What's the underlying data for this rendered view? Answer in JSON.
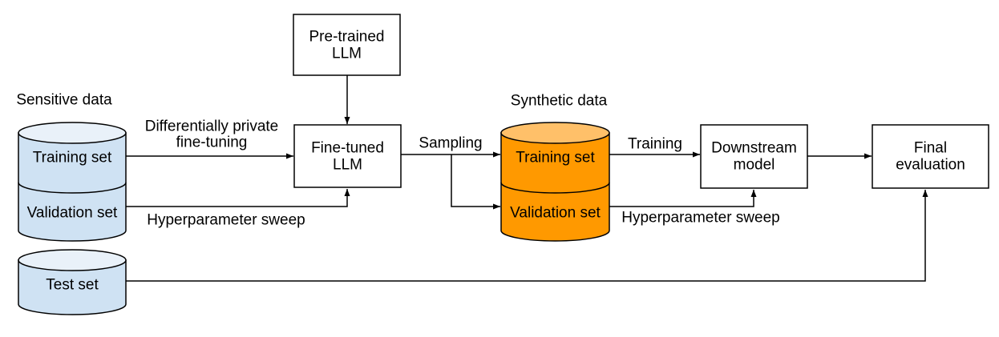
{
  "diagram": {
    "section_labels": {
      "sensitive_data": "Sensitive data",
      "synthetic_data": "Synthetic data"
    },
    "nodes": {
      "pretrained_llm": {
        "line1": "Pre-trained",
        "line2": "LLM"
      },
      "finetuned_llm": {
        "line1": "Fine-tuned",
        "line2": "LLM"
      },
      "downstream_model": {
        "line1": "Downstream",
        "line2": "model"
      },
      "final_evaluation": {
        "line1": "Final",
        "line2": "evaluation"
      },
      "sensitive_training_set": "Training set",
      "sensitive_validation_set": "Validation set",
      "synthetic_training_set": "Training set",
      "synthetic_validation_set": "Validation set",
      "test_set": "Test set"
    },
    "edge_labels": {
      "dp_finetuning_line1": "Differentially private",
      "dp_finetuning_line2": "fine-tuning",
      "hyperparameter_sweep_left": "Hyperparameter sweep",
      "sampling": "Sampling",
      "training": "Training",
      "hyperparameter_sweep_right": "Hyperparameter sweep"
    },
    "colors": {
      "sensitive_body": "#cfe2f3",
      "sensitive_top": "#e9f1f9",
      "synthetic_body": "#ff9900",
      "synthetic_top": "#ffc069",
      "line": "#000000",
      "background": "#ffffff"
    }
  }
}
